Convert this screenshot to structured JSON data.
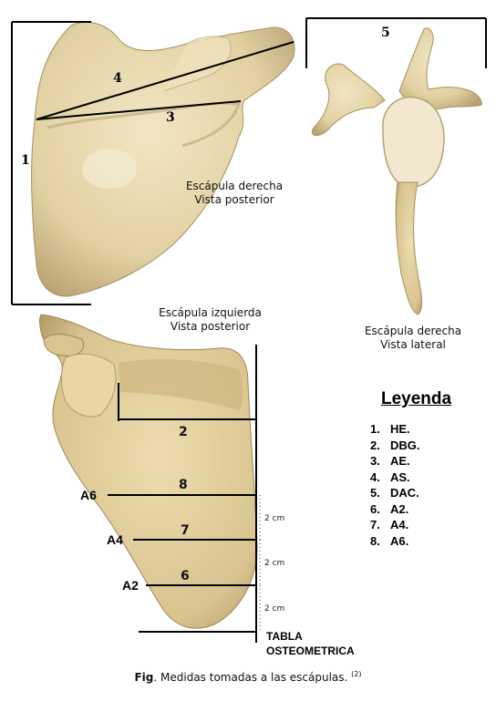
{
  "views": {
    "top_left": {
      "line1": "Escápula derecha",
      "line2": "Vista posterior"
    },
    "top_right": {
      "line1": "Escápula derecha",
      "line2": "Vista lateral"
    },
    "bottom_left": {
      "line1": "Escápula izquierda",
      "line2": "Vista posterior"
    }
  },
  "measure_numbers": {
    "m1": "1",
    "m2": "2",
    "m3": "3",
    "m4": "4",
    "m5": "5",
    "m6": "6",
    "m7": "7",
    "m8": "8"
  },
  "level_labels": {
    "a2": "A2",
    "a4": "A4",
    "a6": "A6"
  },
  "scale_marks": [
    "2 cm",
    "2 cm",
    "2 cm"
  ],
  "board": {
    "line1": "TABLA",
    "line2": "OSTEOMETRICA"
  },
  "legend": {
    "title": "Leyenda",
    "items": [
      {
        "num": "1.",
        "text": "HE."
      },
      {
        "num": "2.",
        "text": "DBG."
      },
      {
        "num": "3.",
        "text": "AE."
      },
      {
        "num": "4.",
        "text": "AS."
      },
      {
        "num": "5.",
        "text": "DAC."
      },
      {
        "num": "6.",
        "text": "A2."
      },
      {
        "num": "7.",
        "text": "A4."
      },
      {
        "num": "8.",
        "text": "A6."
      }
    ]
  },
  "caption": {
    "prefix": "Fig",
    "text": ". Medidas tomadas a las escápulas. ",
    "ref": "(2)"
  },
  "colors": {
    "bone": "#e6d7ae",
    "bone_shadow": "#b9a274",
    "bone_light": "#f3ead0",
    "line": "#000000"
  }
}
